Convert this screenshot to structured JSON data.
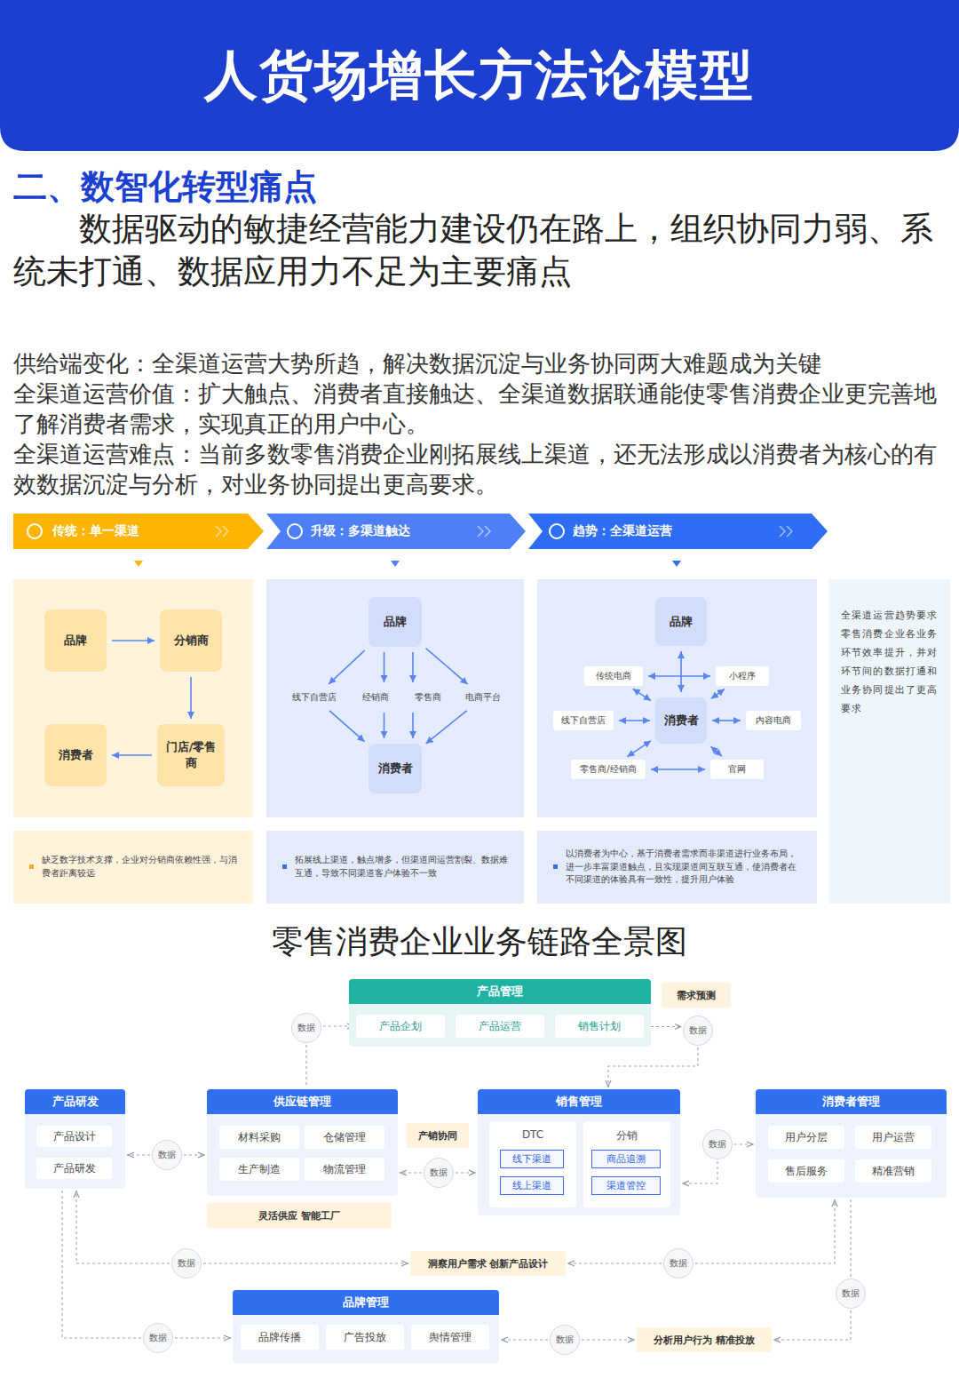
{
  "diagram": {
    "title": "人货场增长方法论模型",
    "caption": "零售消费企业业务链路全景图",
    "nodes": [
      {
        "text": [
          "传统：单一渠道"
        ]
      },
      {
        "text": [
          "升级：多渠道触达"
        ]
      },
      {
        "text": [
          "趋势：全渠道运营"
        ]
      },
      {
        "text": [
          "品牌"
        ]
      },
      {
        "text": [
          "分销商"
        ]
      },
      {
        "text": [
          "门店/零售商"
        ]
      },
      {
        "text": [
          "消费者"
        ]
      },
      {
        "text": [
          "品牌"
        ]
      },
      {
        "text": [
          "线下自营店"
        ]
      },
      {
        "text": [
          "经销商"
        ]
      },
      {
        "text": [
          "零售商"
        ]
      },
      {
        "text": [
          "电商平台"
        ]
      },
      {
        "text": [
          "消费者"
        ]
      },
      {
        "text": [
          "品牌"
        ]
      },
      {
        "text": [
          "传统电商"
        ]
      },
      {
        "text": [
          "小程序"
        ]
      },
      {
        "text": [
          "线下自营店"
        ]
      },
      {
        "text": [
          "消费者"
        ]
      },
      {
        "text": [
          "内容电商"
        ]
      },
      {
        "text": [
          "零售商/经销商"
        ]
      },
      {
        "text": [
          "官网"
        ]
      },
      {
        "text": [
          "全渠道运营趋势要求零售消费企业各业务环节效率提升，并对环节间的数据打通和业务协同提出了更高要求"
        ]
      },
      {
        "text": [
          "缺乏数字技术支撑，企业对分销商依赖性强，与消费者距离较远"
        ]
      },
      {
        "text": [
          "拓展线上渠道，触点增多，但渠道间运营割裂、数据难互通，导致不同渠道客户体验不一致"
        ]
      },
      {
        "text": [
          "以消费者为中心，基于消费者需求而非渠道进行业务布局，进一步丰富渠道触点，且实现渠道间互联互通，使消费者在不同渠道的体验具有一致性，提升用户体验"
        ]
      },
      {
        "text": [
          "产品管理"
        ]
      },
      {
        "text": [
          "产品企划"
        ],
        "in": 25
      },
      {
        "text": [
          "产品运营"
        ],
        "in": 25
      },
      {
        "text": [
          "销售计划"
        ],
        "in": 25
      },
      {
        "text": [
          "需求预测"
        ]
      },
      {
        "text": [
          "数据"
        ]
      },
      {
        "text": [
          "数据"
        ]
      },
      {
        "text": [
          "产品研发"
        ]
      },
      {
        "text": [
          "产品设计"
        ],
        "in": 32
      },
      {
        "text": [
          "产品研发"
        ],
        "in": 32
      },
      {
        "text": [
          "数据"
        ]
      },
      {
        "text": [
          "供应链管理"
        ]
      },
      {
        "text": [
          "材料采购"
        ],
        "in": 36
      },
      {
        "text": [
          "仓储管理"
        ],
        "in": 36
      },
      {
        "text": [
          "生产制造"
        ],
        "in": 36
      },
      {
        "text": [
          "物流管理"
        ],
        "in": 36
      },
      {
        "text": [
          "灵活供应 智能工厂"
        ]
      },
      {
        "text": [
          "产销协同"
        ]
      },
      {
        "text": [
          "数据"
        ]
      },
      {
        "text": [
          "销售管理"
        ]
      },
      {
        "text": [
          "DTC"
        ],
        "in": 44
      },
      {
        "text": [
          "线下渠道"
        ],
        "in": 45
      },
      {
        "text": [
          "线上渠道"
        ],
        "in": 45
      },
      {
        "text": [
          "分销"
        ],
        "in": 44
      },
      {
        "text": [
          "商品追溯"
        ],
        "in": 48
      },
      {
        "text": [
          "渠道管控"
        ],
        "in": 48
      },
      {
        "text": [
          "数据"
        ]
      },
      {
        "text": [
          "消费者管理"
        ]
      },
      {
        "text": [
          "用户分层"
        ],
        "in": 52
      },
      {
        "text": [
          "用户运营"
        ],
        "in": 52
      },
      {
        "text": [
          "售后服务"
        ],
        "in": 52
      },
      {
        "text": [
          "精准营销"
        ],
        "in": 52
      },
      {
        "text": [
          "数据"
        ]
      },
      {
        "text": [
          "洞察用户需求 创新产品设计"
        ]
      },
      {
        "text": [
          "数据"
        ]
      },
      {
        "text": [
          "品牌管理"
        ]
      },
      {
        "text": [
          "品牌传播"
        ],
        "in": 60
      },
      {
        "text": [
          "广告投放"
        ],
        "in": 60
      },
      {
        "text": [
          "舆情管理"
        ],
        "in": 60
      },
      {
        "text": [
          "数据"
        ]
      },
      {
        "text": [
          "数据"
        ]
      },
      {
        "text": [
          "分析用户行为 精准投放"
        ]
      },
      {
        "text": [
          "数据"
        ]
      }
    ],
    "edges": [
      {
        "from": 3,
        "to": 4,
        "arrow": "to"
      },
      {
        "from": 4,
        "to": 5,
        "arrow": "to"
      },
      {
        "from": 5,
        "to": 6,
        "arrow": "to"
      },
      {
        "from": 7,
        "to": 8,
        "arrow": "to"
      },
      {
        "from": 7,
        "to": 9,
        "arrow": "to"
      },
      {
        "from": 7,
        "to": 10,
        "arrow": "to"
      },
      {
        "from": 7,
        "to": 11,
        "arrow": "to"
      },
      {
        "from": 8,
        "to": 12,
        "arrow": "to"
      },
      {
        "from": 9,
        "to": 12,
        "arrow": "to"
      },
      {
        "from": 10,
        "to": 12,
        "arrow": "to"
      },
      {
        "from": 11,
        "to": 12,
        "arrow": "to"
      },
      {
        "from": 13,
        "to": 17,
        "arrow": "both"
      },
      {
        "from": 14,
        "to": 15,
        "arrow": "both"
      },
      {
        "from": 19,
        "to": 20,
        "arrow": "both"
      },
      {
        "from": 16,
        "to": 17,
        "arrow": "both"
      },
      {
        "from": 18,
        "to": 17,
        "arrow": "both"
      },
      {
        "from": 14,
        "to": 17,
        "arrow": "both"
      },
      {
        "from": 15,
        "to": 17,
        "arrow": "both"
      },
      {
        "from": 19,
        "to": 17,
        "arrow": "both"
      },
      {
        "from": 20,
        "to": 17,
        "arrow": "both"
      },
      {
        "from": 30,
        "to": 26,
        "arrow": "to"
      },
      {
        "from": 30,
        "to": 36,
        "arrow": "none"
      },
      {
        "from": 28,
        "to": 31,
        "arrow": "to"
      },
      {
        "from": 31,
        "to": 44,
        "arrow": "to"
      },
      {
        "from": 35,
        "to": 32,
        "arrow": "to"
      },
      {
        "from": 35,
        "to": 36,
        "arrow": "to"
      },
      {
        "from": 43,
        "to": 36,
        "arrow": "to"
      },
      {
        "from": 43,
        "to": 44,
        "arrow": "to"
      },
      {
        "from": 51,
        "to": 52,
        "arrow": "to"
      },
      {
        "from": 51,
        "to": 44,
        "arrow": "to"
      },
      {
        "from": 57,
        "to": 32,
        "arrow": "to"
      },
      {
        "from": 57,
        "to": 58,
        "arrow": "to"
      },
      {
        "from": 59,
        "to": 58,
        "arrow": "to"
      },
      {
        "from": 59,
        "to": 52,
        "arrow": "to"
      },
      {
        "from": 64,
        "to": 60,
        "arrow": "to"
      },
      {
        "from": 32,
        "to": 64,
        "arrow": "none"
      },
      {
        "from": 65,
        "to": 60,
        "arrow": "to"
      },
      {
        "from": 65,
        "to": 66,
        "arrow": "to"
      },
      {
        "from": 67,
        "to": 66,
        "arrow": "to"
      },
      {
        "from": 67,
        "to": 52,
        "arrow": "none"
      }
    ],
    "labels": [
      "二、数智化转型痛点",
      "数据驱动的敏捷经营能力建设仍在路上，组织协同力弱、系统未打通、数据应用力不足为主要痛点",
      "供给端变化：全渠道运营大势所趋，解决数据沉淀与业务协同两大难题成为关键",
      "全渠道运营价值：扩大触点、消费者直接触达、全渠道数据联通能使零售消费企业更完善地了解消费者需求，实现真正的用户中心。",
      "全渠道运营难点：当前多数零售消费企业刚拓展线上渠道，还无法形成以消费者为核心的有效数据沉淀与分析，对业务协同提出更高要求。"
    ]
  }
}
